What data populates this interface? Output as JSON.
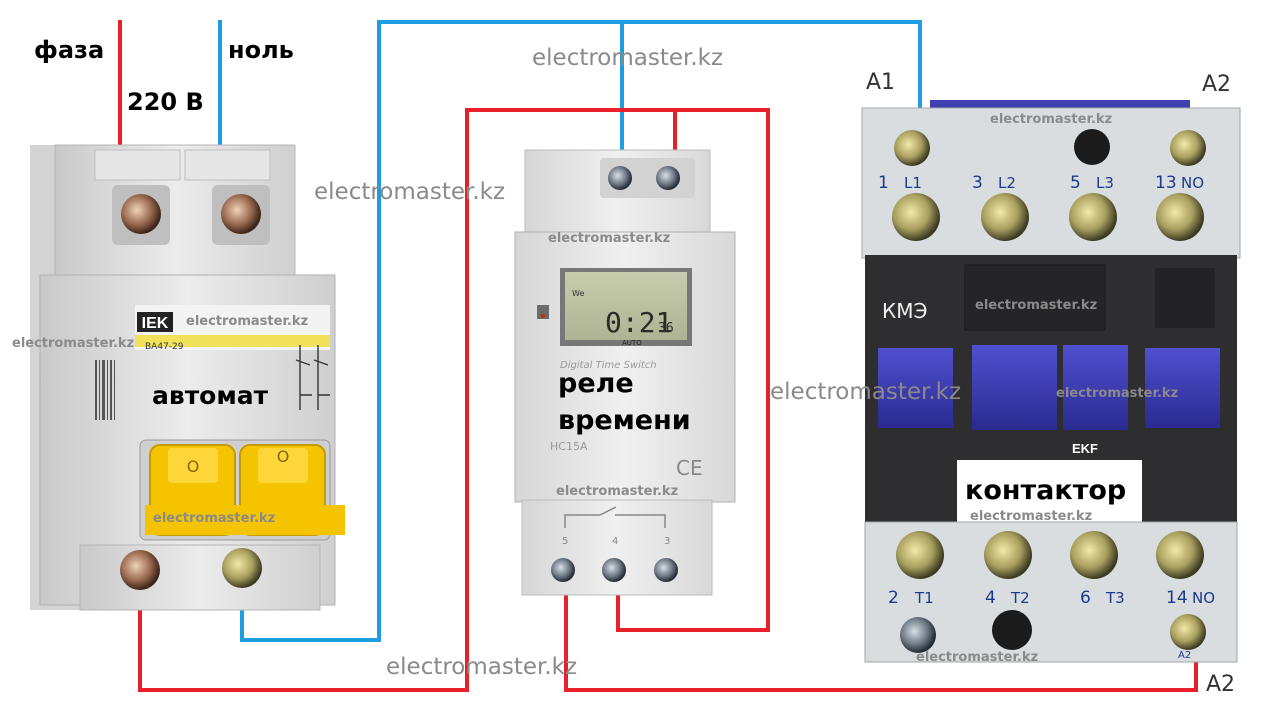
{
  "labels": {
    "phase": "фаза",
    "neutral": "ноль",
    "voltage": "220 В",
    "breaker": "автомат",
    "relay_line1": "реле",
    "relay_line2": "времени",
    "contactor": "контактор",
    "contactor_model": "КМЭ",
    "a1": "A1",
    "a2_top": "A2",
    "a2_bottom": "A2"
  },
  "watermark": "electromaster.kz",
  "breaker": {
    "brand": "IEK",
    "model": "ВА47-29",
    "handle_mark_left": "O",
    "handle_mark_right": "O"
  },
  "relay": {
    "display": "0:21",
    "display_seconds": "36",
    "display_top": "We",
    "display_mode": "AUTO",
    "caption": "Digital Time Switch",
    "model": "HC15A",
    "ce": "CE",
    "terminal_numbers": [
      "5",
      "4",
      "3"
    ]
  },
  "contactor": {
    "brand": "EKF",
    "top_terminals": [
      {
        "num": "1",
        "name": "L1"
      },
      {
        "num": "3",
        "name": "L2"
      },
      {
        "num": "5",
        "name": "L3"
      },
      {
        "num": "13",
        "name": "NO"
      }
    ],
    "bottom_terminals": [
      {
        "num": "2",
        "name": "T1"
      },
      {
        "num": "4",
        "name": "T2"
      },
      {
        "num": "6",
        "name": "T3"
      },
      {
        "num": "14",
        "name": "NO"
      }
    ],
    "bottom_mark": "A2"
  },
  "colors": {
    "phase_wire": "#e8202a",
    "neutral_wire": "#1e9ee0",
    "breaker_handle": "#f5c400",
    "contactor_blue": "#3a3ab0",
    "contactor_body": "#2e2e30"
  }
}
